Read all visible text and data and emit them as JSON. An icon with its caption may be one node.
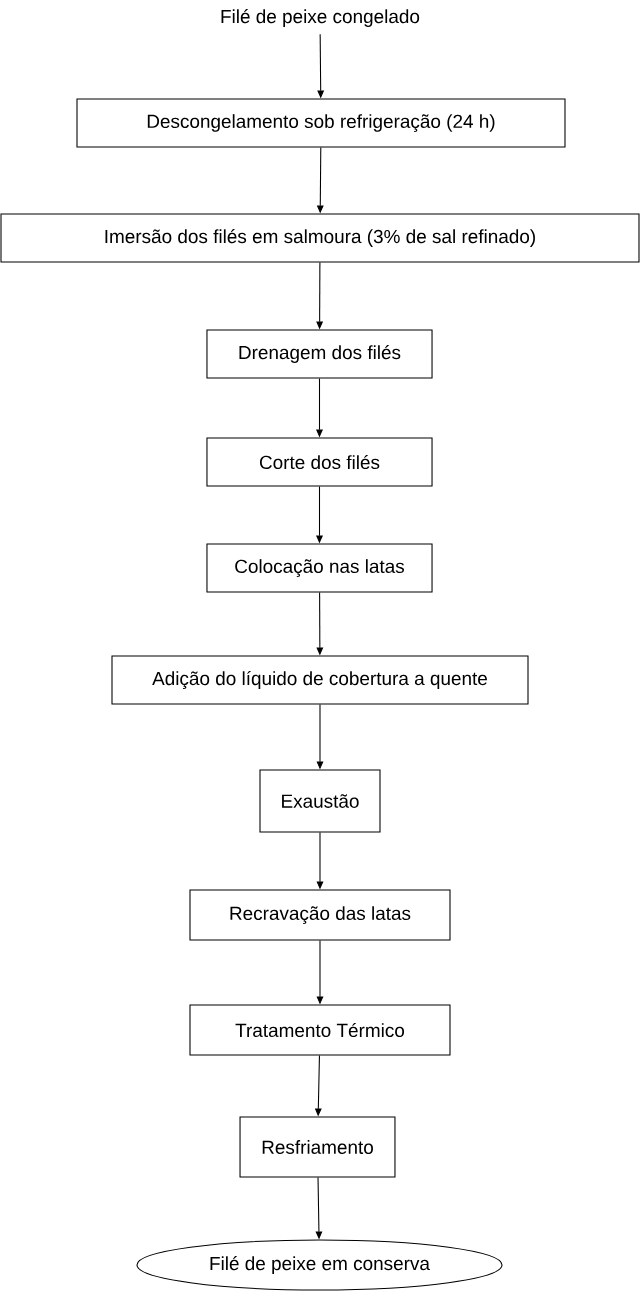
{
  "diagram": {
    "nodes": [
      {
        "text": [
          "Filé de peixe congelado"
        ]
      },
      {
        "text": [
          "Descongelamento sob refrigeração (24 h)"
        ]
      },
      {
        "text": [
          "Imersão dos filés em salmoura (3% de sal refinado)"
        ]
      },
      {
        "text": [
          "Drenagem dos filés"
        ]
      },
      {
        "text": [
          "Corte dos filés"
        ]
      },
      {
        "text": [
          "Colocação nas latas"
        ]
      },
      {
        "text": [
          "Adição do líquido de cobertura a quente"
        ]
      },
      {
        "text": [
          "Exaustão"
        ]
      },
      {
        "text": [
          "Recravação das latas"
        ]
      },
      {
        "text": [
          "Tratamento Térmico"
        ]
      },
      {
        "text": [
          "Resfriamento"
        ]
      },
      {
        "text": [
          "Filé de peixe em conserva"
        ]
      }
    ],
    "edges": [
      {
        "from": 0,
        "to": 1,
        "arrow": "to"
      },
      {
        "from": 1,
        "to": 2,
        "arrow": "to"
      },
      {
        "from": 2,
        "to": 3,
        "arrow": "to"
      },
      {
        "from": 3,
        "to": 4,
        "arrow": "to"
      },
      {
        "from": 4,
        "to": 5,
        "arrow": "to"
      },
      {
        "from": 5,
        "to": 6,
        "arrow": "to"
      },
      {
        "from": 6,
        "to": 7,
        "arrow": "to"
      },
      {
        "from": 7,
        "to": 8,
        "arrow": "to"
      },
      {
        "from": 8,
        "to": 9,
        "arrow": "to"
      },
      {
        "from": 9,
        "to": 10,
        "arrow": "to"
      },
      {
        "from": 10,
        "to": 11,
        "arrow": "to"
      }
    ]
  }
}
